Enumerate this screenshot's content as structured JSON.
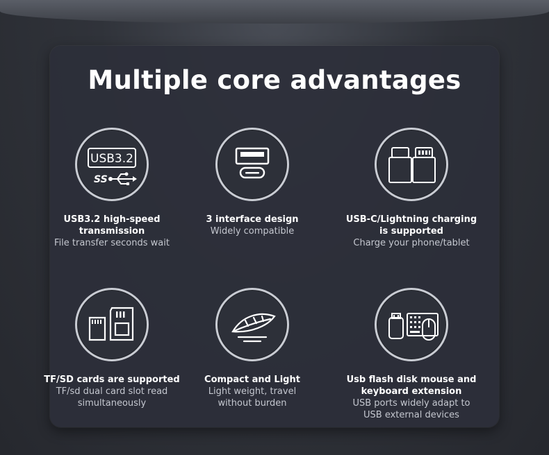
{
  "title": "Multiple core advantages",
  "features": [
    {
      "icon": "usb-3-2-icon",
      "icon_label": "USB3.2",
      "icon_sublabel": "SS",
      "title": "USB3.2 high-speed\ntransmission",
      "desc": "File transfer seconds wait"
    },
    {
      "icon": "usb-ports-icon",
      "title": "3 interface design",
      "desc": "Widely compatible"
    },
    {
      "icon": "usb-c-lightning-icon",
      "title": "USB-C/Lightning charging\nis supported",
      "desc": "Charge your phone/tablet"
    },
    {
      "icon": "sd-card-icon",
      "title": "TF/SD cards are supported",
      "desc": "TF/sd dual card slot read\nsimultaneously"
    },
    {
      "icon": "feather-icon",
      "title": "Compact and Light",
      "desc": "Light weight, travel\nwithout burden"
    },
    {
      "icon": "usb-devices-icon",
      "title": "Usb flash disk mouse and\nkeyboard extension",
      "desc": "USB ports widely adapt to\nUSB external devices"
    }
  ]
}
